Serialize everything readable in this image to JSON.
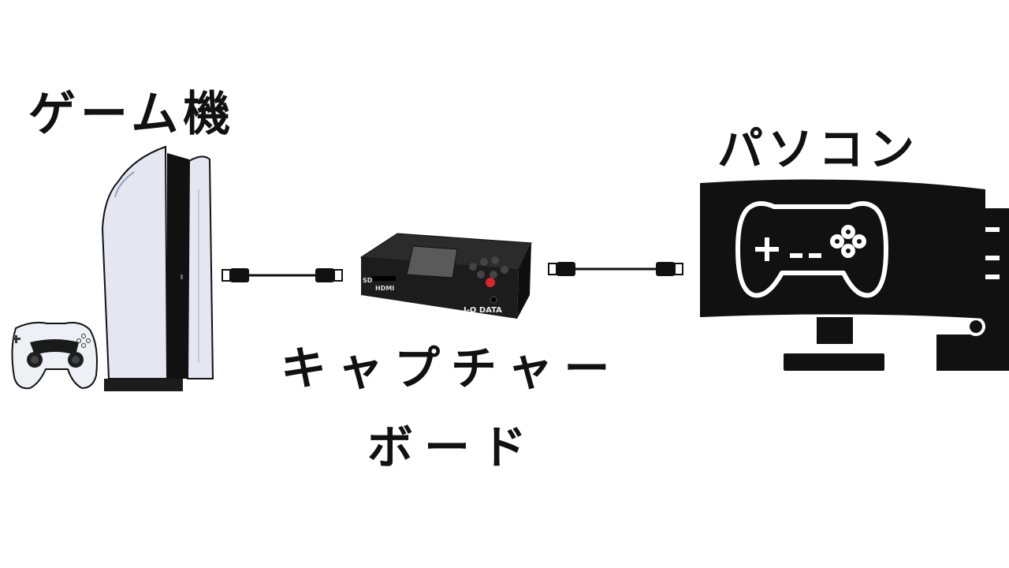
{
  "labels": {
    "game_console": "ゲーム機",
    "pc": "パソコン",
    "capture_board_line1": "キャプチャー",
    "capture_board_line2": "ボード"
  },
  "capture_device": {
    "brand": "I-O DATA",
    "port": "HDMI",
    "card_slot": "SD"
  },
  "icons": {
    "console": "ps5-console-icon",
    "controller": "gamepad-controller-icon",
    "capture": "capture-board-icon",
    "pc": "pc-monitor-tower-icon",
    "cable": "hdmi-cable-icon"
  },
  "colors": {
    "background": "#ffffff",
    "ink": "#111111",
    "console_shell": "#e4e6f1",
    "record_button": "#d9262c"
  }
}
